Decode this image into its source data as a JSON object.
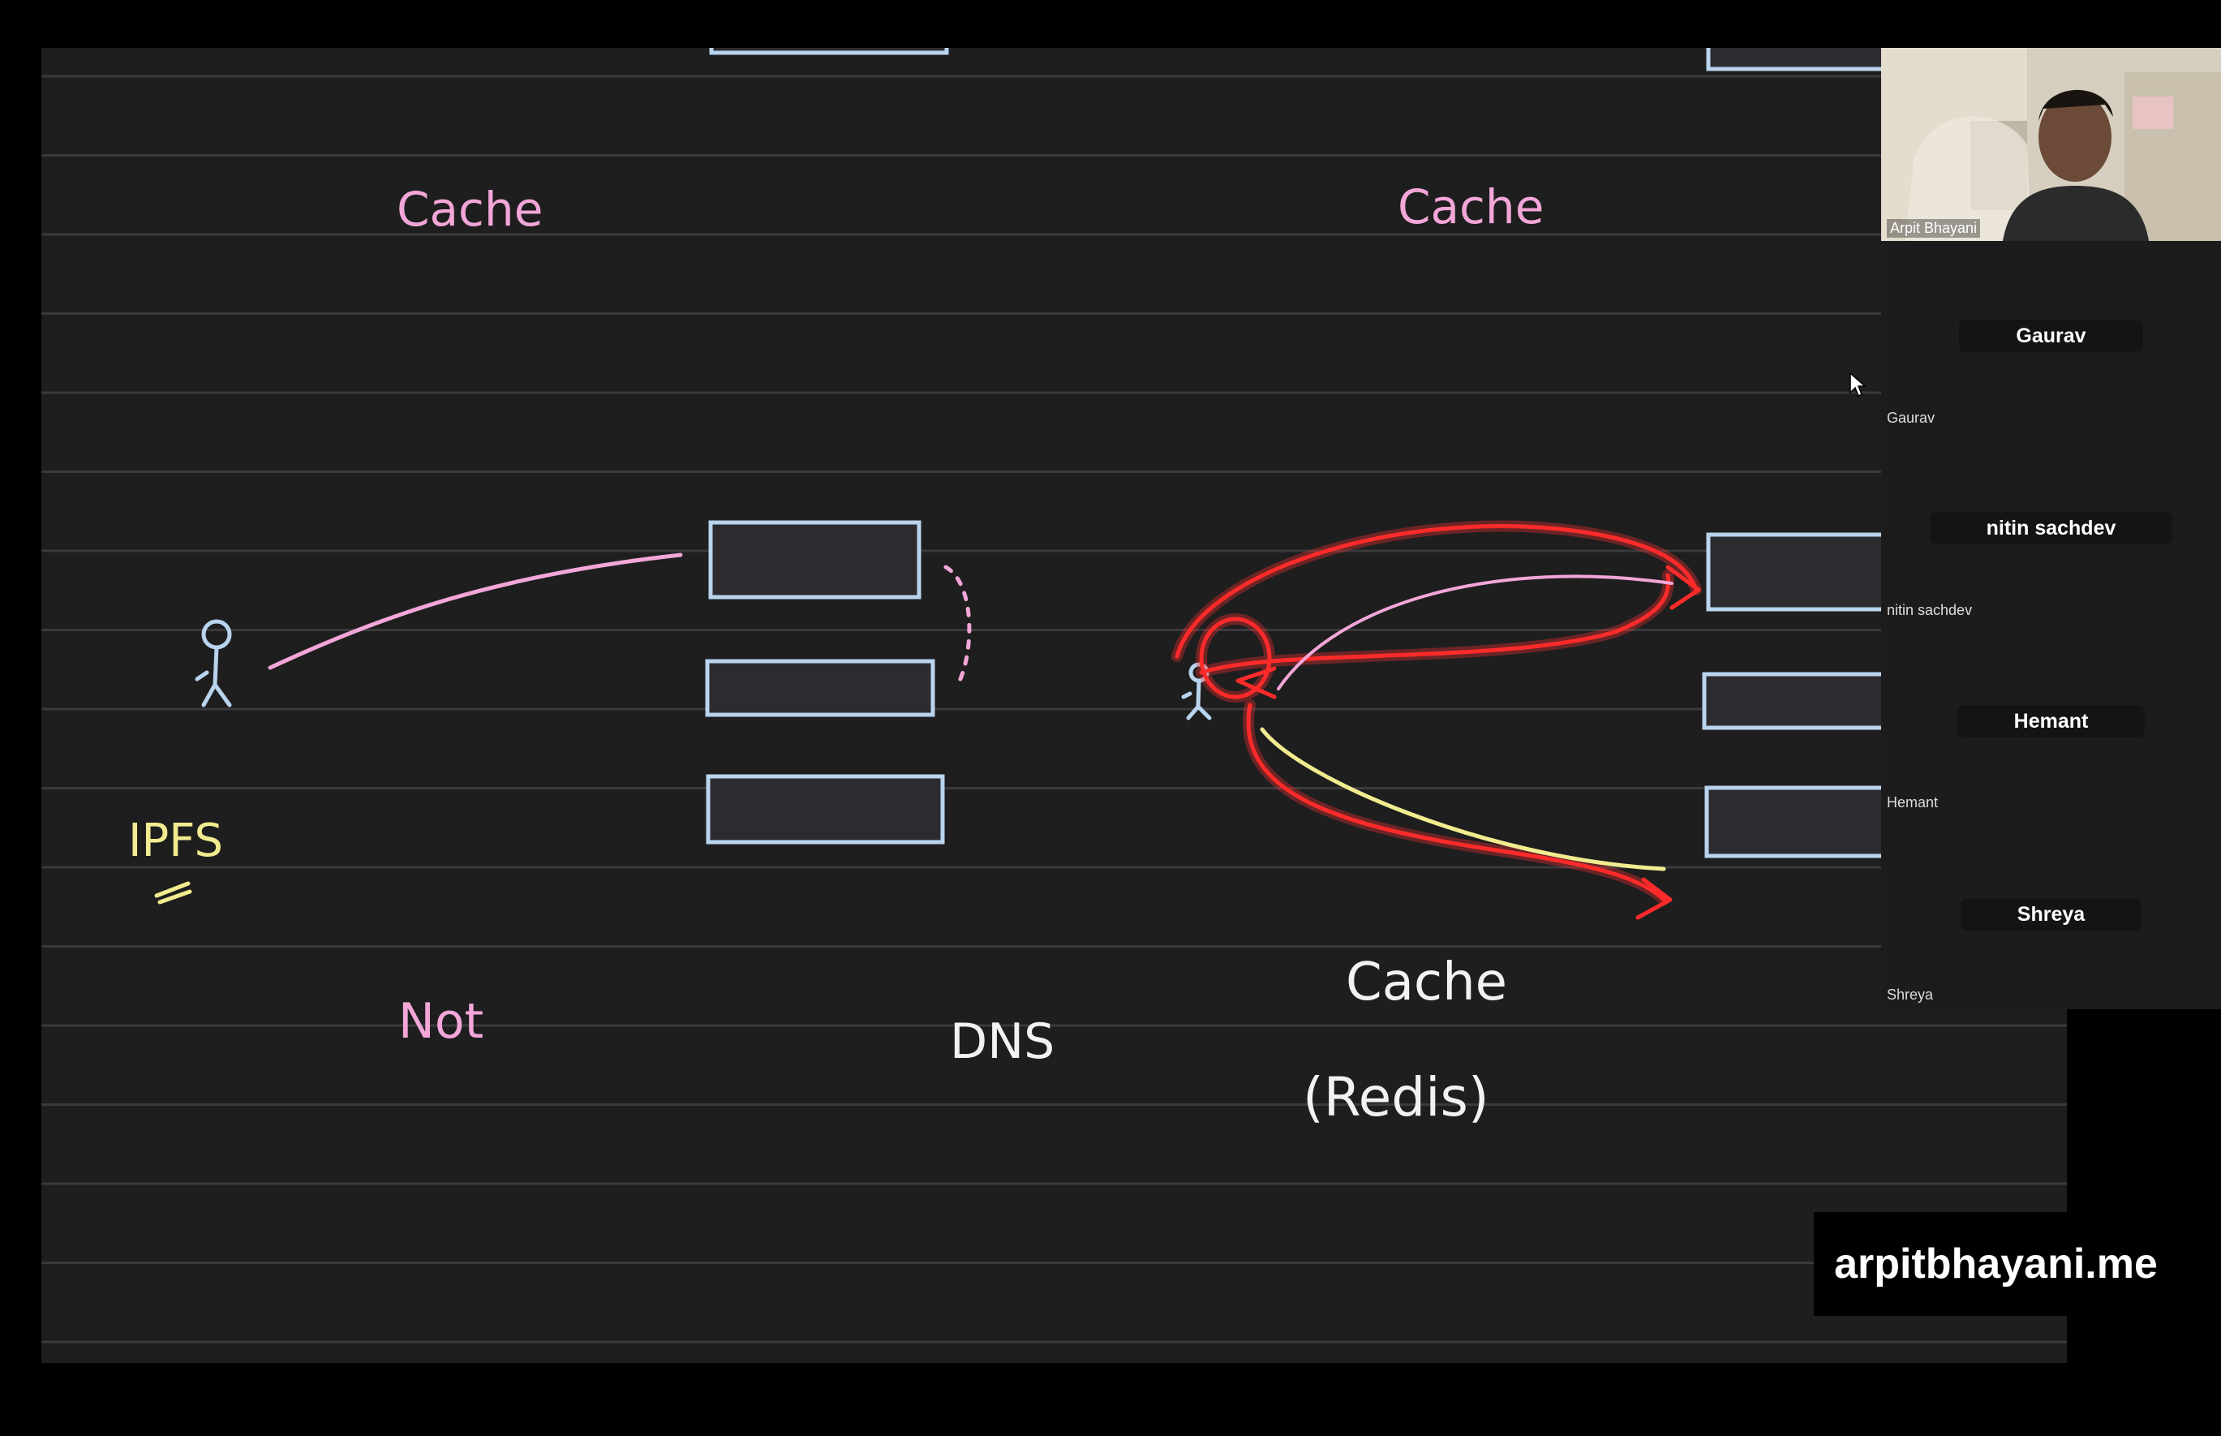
{
  "whiteboard": {
    "labels": {
      "cache_left": "Cache",
      "cache_right": "Cache",
      "ipfs": "IPFS",
      "not": "Not",
      "dns": "DNS",
      "cache_bottom": "Cache",
      "redis": "(Redis)"
    }
  },
  "call": {
    "speaker": {
      "name": "Arpit Bhayani"
    },
    "participants": [
      {
        "name": "Gaurav",
        "label": "Gaurav"
      },
      {
        "name": "nitin sachdev",
        "label": "nitin sachdev"
      },
      {
        "name": "Hemant",
        "label": "Hemant"
      },
      {
        "name": "Shreya",
        "label": "Shreya"
      }
    ]
  },
  "watermark": {
    "text": "arpitbhayani.me"
  },
  "colors": {
    "background": "#000000",
    "board": "#1e1e1f",
    "ruled_line": "#3a3a3c",
    "box_stroke": "#b9d4ee",
    "pink_ink": "#f3a6d8",
    "yellow_ink": "#f2ec90",
    "red_ink": "#ff2a2a",
    "white_ink": "#f2f2f2"
  }
}
